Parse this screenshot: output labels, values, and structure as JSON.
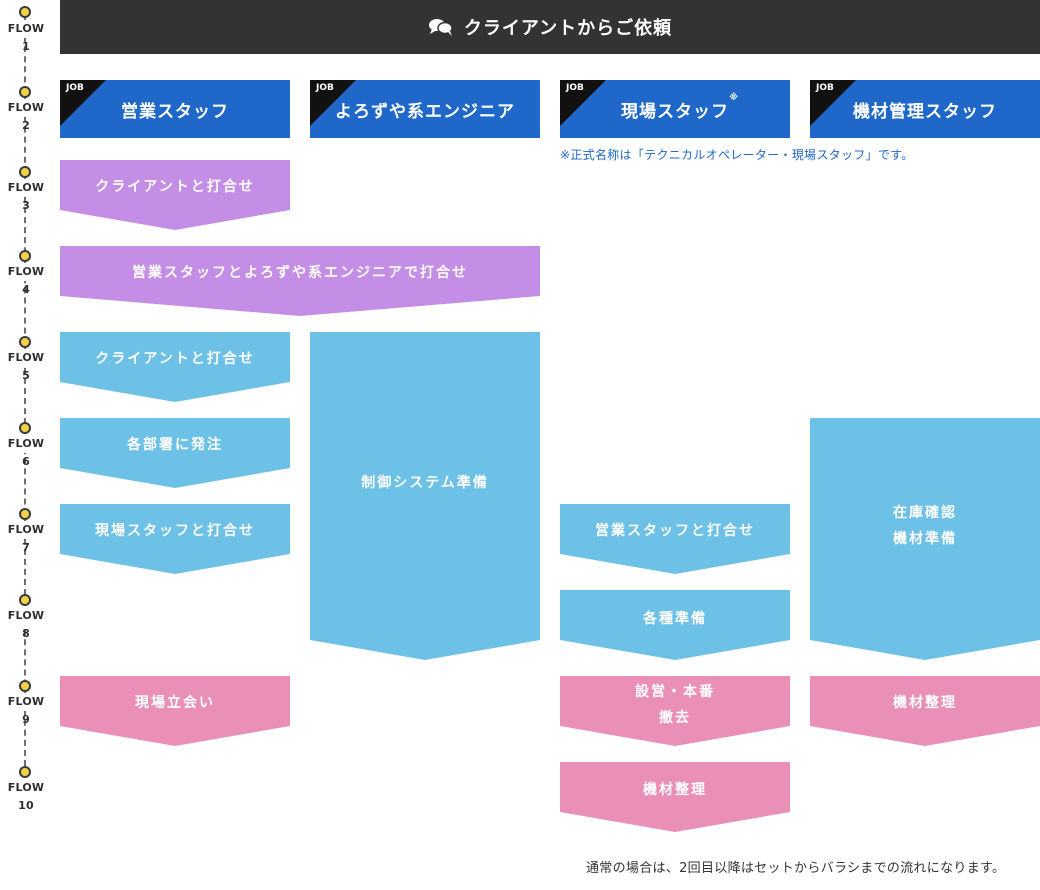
{
  "header": {
    "title": "クライアントからご依頼",
    "icon": "chat-bubbles-icon"
  },
  "flows": [
    "FLOW 1",
    "FLOW 2",
    "FLOW 3",
    "FLOW 4",
    "FLOW 5",
    "FLOW 6",
    "FLOW 7",
    "FLOW 8",
    "FLOW 9",
    "FLOW 10"
  ],
  "jobs": [
    {
      "tag": "JOB",
      "title": "営業スタッフ",
      "mark": ""
    },
    {
      "tag": "JOB",
      "title": "よろずや系エンジニア",
      "mark": ""
    },
    {
      "tag": "JOB",
      "title": "現場スタッフ",
      "mark": "※"
    },
    {
      "tag": "JOB",
      "title": "機材管理スタッフ",
      "mark": ""
    }
  ],
  "note_top": "※正式名称は「テクニカルオペレーター・現場スタッフ」です。",
  "tasks": {
    "flow3_sales": "クライアントと打合せ",
    "flow4_joint": "営業スタッフとよろずや系エンジニアで打合せ",
    "flow5_sales": "クライアントと打合せ",
    "flow6_sales": "各部署に発注",
    "flow7_sales": "現場スタッフと打合せ",
    "flow9_sales": "現場立会い",
    "engineer_control": "制御システム準備",
    "flow7_field": "営業スタッフと打合せ",
    "flow8_field": "各種準備",
    "flow9_field_line1": "設営・本番",
    "flow9_field_line2": "撤去",
    "flow10_field": "機材整理",
    "equip_prep_line1": "在庫確認",
    "equip_prep_line2": "機材準備",
    "flow9_equip": "機材整理"
  },
  "note_bottom": "通常の場合は、2回目以降はセットからバラシまでの流れになります。",
  "colors": {
    "header": "#333333",
    "job": "#1f67c8",
    "purple": "#c48ee6",
    "blue": "#6ec1e6",
    "pink": "#ea8fb7",
    "dot": "#f2d24a"
  }
}
